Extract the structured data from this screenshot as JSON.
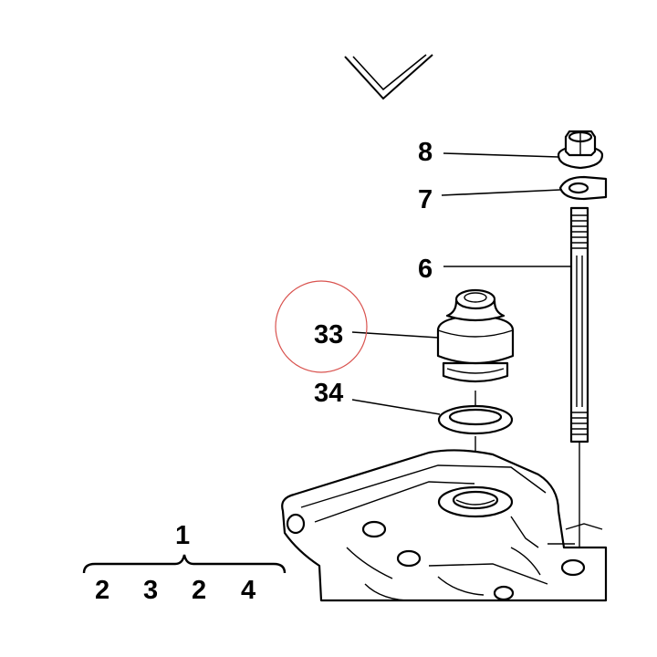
{
  "callouts": {
    "c8": "8",
    "c7": "7",
    "c6": "6",
    "c33": "33",
    "c34": "34",
    "c1": "1",
    "c2a": "2",
    "c3": "3",
    "c2b": "2",
    "c4": "4"
  },
  "colors": {
    "line": "#000000",
    "highlight_circle": "#d9534f",
    "background": "#ffffff"
  },
  "icons": {
    "highlight": "red-circle-highlight"
  }
}
